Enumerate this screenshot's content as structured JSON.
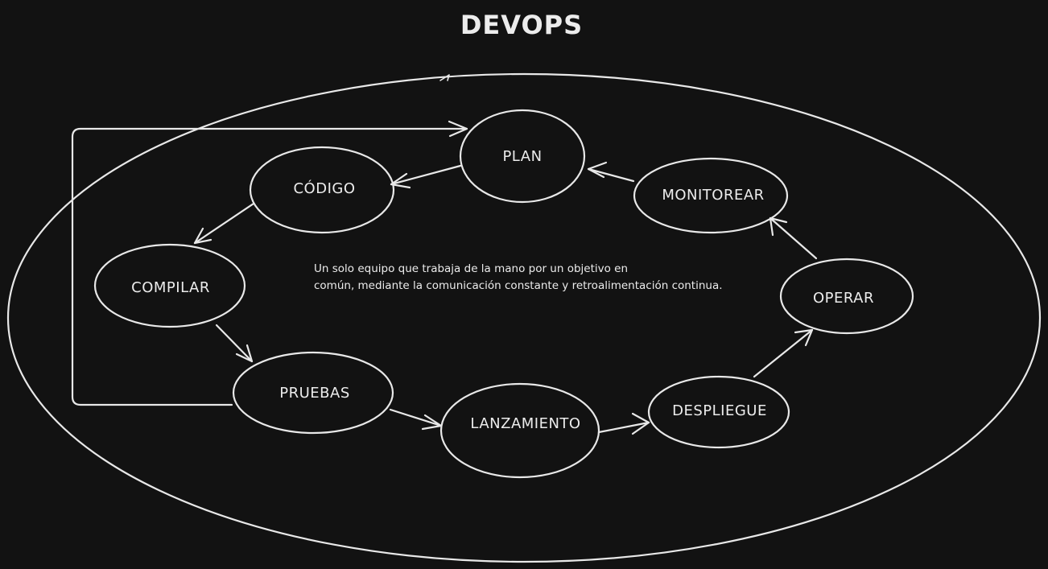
{
  "title": "DEVOPS",
  "description_lines": [
    "Un solo equipo que trabaja de la mano por un objetivo en",
    "común, mediante la comunicación constante y retroalimentación continua."
  ],
  "nodes": {
    "plan": "PLAN",
    "codigo": "CÓDIGO",
    "compilar": "COMPILAR",
    "pruebas": "PRUEBAS",
    "lanzamiento": "LANZAMIENTO",
    "despliegue": "DESPLIEGUE",
    "operar": "OPERAR",
    "monitorear": "MONITOREAR"
  },
  "colors": {
    "background": "#121212",
    "stroke": "#e8e8e8",
    "text": "#ececec"
  }
}
